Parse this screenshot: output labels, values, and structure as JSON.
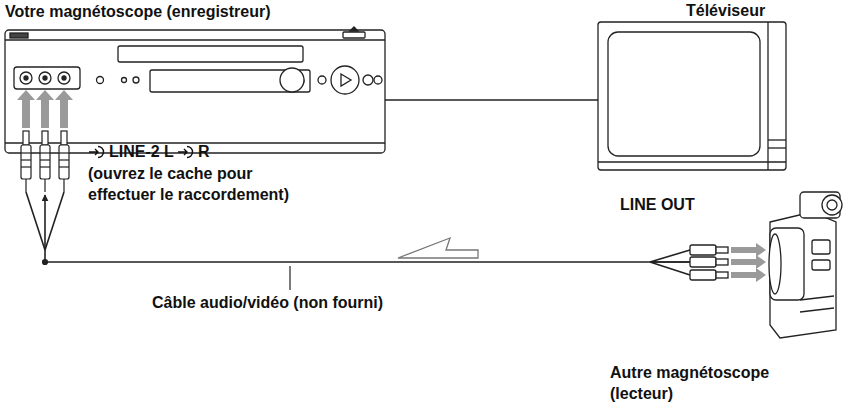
{
  "diagram": {
    "nodes": [
      {
        "text": [
          "Votre magnétoscope (enregistreur)"
        ]
      },
      {
        "text": [
          "Téléviseur"
        ]
      },
      {
        "text": [
          "Autre magnétoscope (lecteur)"
        ]
      }
    ],
    "edges": [
      {
        "from": 0,
        "to": 1,
        "arrow": "none"
      },
      {
        "from": 2,
        "to": 0,
        "arrow": "to",
        "label": "Câble audio/vidéo (non fourni)"
      }
    ],
    "labels": [
      "LINE-2 L",
      "R",
      "(ouvrez le cache pour effectuer le raccordement)",
      "LINE OUT"
    ]
  }
}
